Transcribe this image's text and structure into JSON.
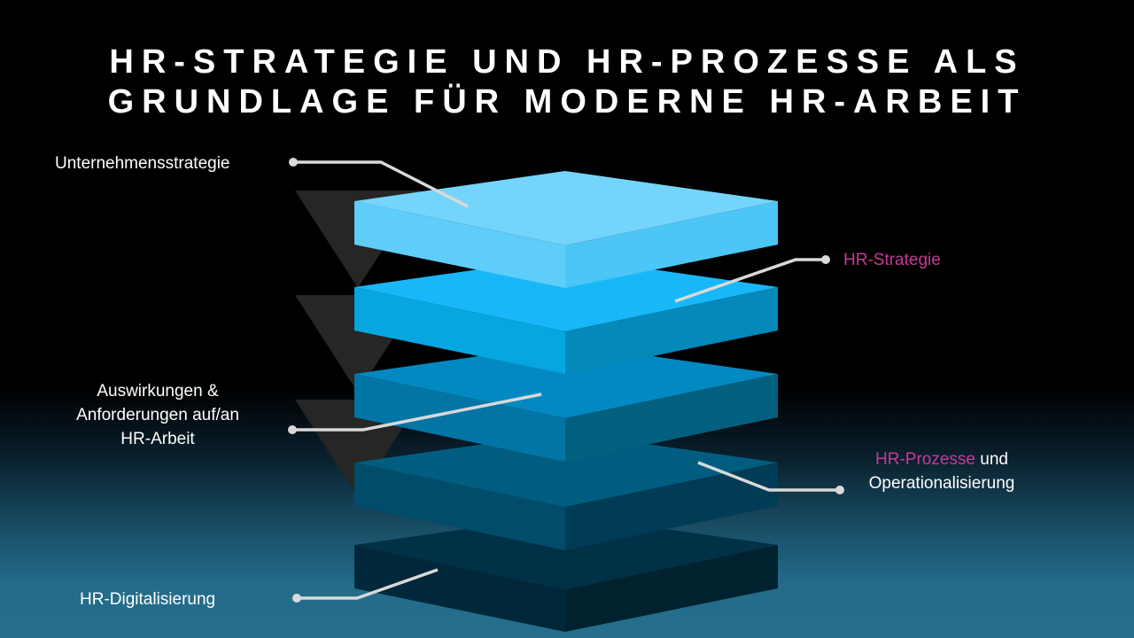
{
  "title": {
    "line1": "HR-STRATEGIE UND HR-PROZESSE ALS",
    "line2": "GRUNDLAGE FÜR MODERNE HR-ARBEIT"
  },
  "labels": {
    "unternehmensstrategie": "Unternehmensstrategie",
    "hr_strategie": "HR-Strategie",
    "auswirkungen_line1": "Auswirkungen &",
    "auswirkungen_line2": "Anforderungen auf/an",
    "auswirkungen_line3": "HR-Arbeit",
    "hr_prozesse_highlight": "HR-Prozesse",
    "hr_prozesse_rest": " und",
    "operationalisierung": "Operationalisierung",
    "hr_digitalisierung": "HR-Digitalisierung"
  },
  "colors": {
    "background_top": "#000000",
    "background_bottom": "#256e8c",
    "highlight_pink": "#c53c97",
    "connector": "#d9d9d9",
    "arrow_triangles": "#262626",
    "layers": [
      {
        "top": "#75d4fb",
        "left": "#5fcdfa",
        "right": "#4dc5f7"
      },
      {
        "top": "#18b8f8",
        "left": "#06a6e0",
        "right": "#0589bb"
      },
      {
        "top": "#0389c2",
        "left": "#0375a4",
        "right": "#02607f"
      },
      {
        "top": "#005d80",
        "left": "#004c6a",
        "right": "#003c55"
      },
      {
        "top": "#003146",
        "left": "#00283a",
        "right": "#00222f"
      }
    ]
  }
}
